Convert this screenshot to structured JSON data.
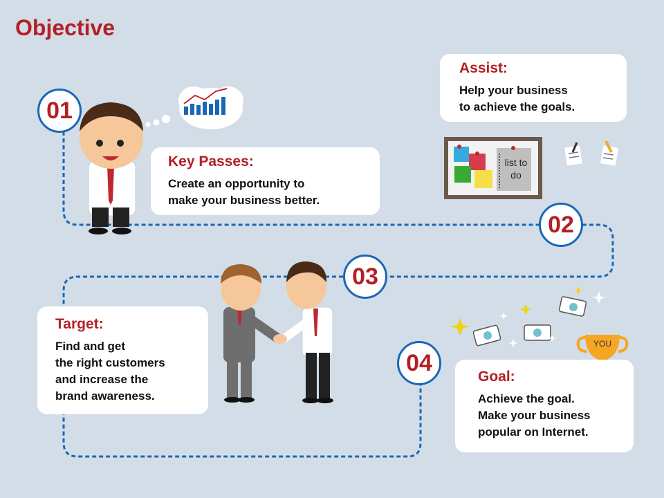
{
  "title": "Objective",
  "steps": [
    {
      "number": "01",
      "heading": "Key Passes:",
      "body": "Create an opportunity to\nmake your business better."
    },
    {
      "number": "02",
      "heading": "Assist:",
      "body": "Help your business\nto achieve the goals."
    },
    {
      "number": "03",
      "heading": "Target:",
      "body": "Find and get\nthe right customers\nand increase the\nbrand awareness."
    },
    {
      "number": "04",
      "heading": "Goal:",
      "body": "Achieve the goal.\nMake your business\npopular on Internet."
    }
  ],
  "board_note": "list to\ndo",
  "trophy_label": "YOU",
  "colors": {
    "background": "#d2dde7",
    "accent_red": "#b41f24",
    "path_blue": "#1a67b6"
  }
}
